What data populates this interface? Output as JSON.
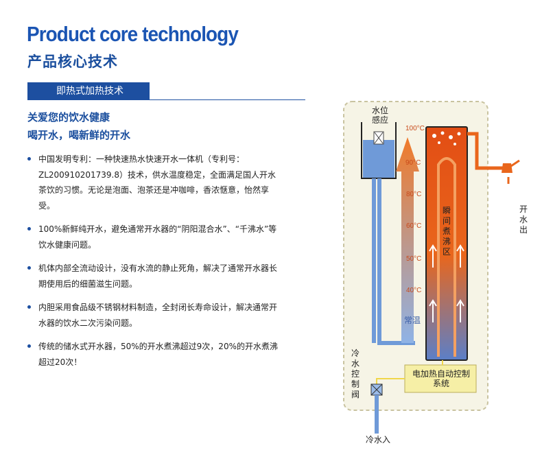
{
  "header": {
    "title_en": "Product core technology",
    "title_cn": "产品核心技术"
  },
  "section": {
    "label": "即热式加热技术"
  },
  "slogan": {
    "line1": "关爱您的饮水健康",
    "line2": "喝开水，喝新鲜的开水"
  },
  "bullets": [
    {
      "text": "中国发明专利：一种快速热水快速开水一体机（专利号：ZL200910201739.8）技术，供水温度稳定，全面满足国人开水茶饮的习惯。无论是泡面、泡茶还是冲咖啡，香浓惬意，怡然享受。"
    },
    {
      "text": "100%新鲜纯开水，避免通常开水器的“阴阳混合水”、“千沸水”等饮水健康问题。"
    },
    {
      "text": "机体内部全流动设计，没有水流的静止死角，解决了通常开水器长期使用后的细菌滋生问题。"
    },
    {
      "text": "内胆采用食品级不锈钢材料制造，全封闭长寿命设计，解决通常开水器的饮水二次污染问题。"
    },
    {
      "text": "传统的储水式开水器，50%的开水煮沸超过9次，20%的开水煮沸超过20次！"
    }
  ],
  "diagram": {
    "water_level_sensor": "水位感应",
    "temperatures": [
      "100°C",
      "90°C",
      "80°C",
      "60°C",
      "50°C",
      "40°C"
    ],
    "normal_temp": "常温",
    "instant_boil_zone": "瞬间煮沸区",
    "boiling_water_out": "开水出",
    "cold_water_valve": "冷水控制阀",
    "heating_control": "电加热自动控制系统",
    "cold_water_in": "冷水入",
    "colors": {
      "hot": "#e9661c",
      "cold": "#5b8fd6",
      "frame": "#e8e4c8"
    }
  }
}
